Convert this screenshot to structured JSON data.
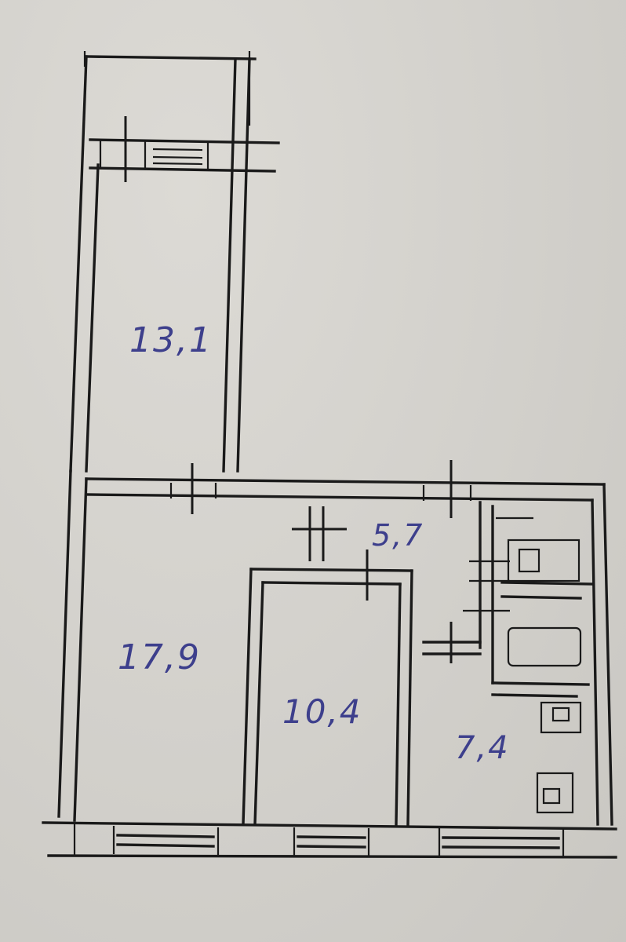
{
  "rooms": {
    "balcony_room": {
      "area": "13,1"
    },
    "living_room": {
      "area": "17,9"
    },
    "bedroom": {
      "area": "10,4"
    },
    "hall": {
      "area": "5,7"
    },
    "kitchen": {
      "area": "7,4"
    }
  },
  "colors": {
    "paper": "#d3d1cc",
    "ink": "#1a1a1a",
    "pen": "#3d3f8c"
  }
}
